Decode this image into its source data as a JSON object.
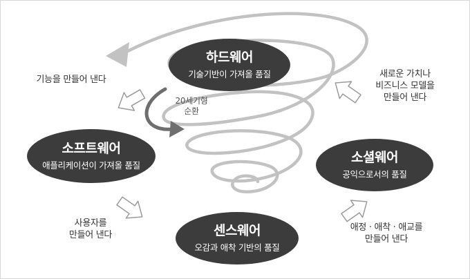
{
  "nodes": {
    "hardware": {
      "title": "하드웨어",
      "subtitle": "기술기반이 가져올 품질"
    },
    "software": {
      "title": "소프트웨어",
      "subtitle": "애플리케이션이 가져올 품질"
    },
    "senseware": {
      "title": "센스웨어",
      "subtitle": "오감과 애착 기반의 품질"
    },
    "socialware": {
      "title": "소셜웨어",
      "subtitle": "공익으로서의 품질"
    }
  },
  "labels": {
    "hw_to_sw": "기능을 만들어 낸다",
    "sw_to_sense_line1": "사용자를",
    "sw_to_sense_line2": "만들어 낸다",
    "sense_to_social_line1": "애정 · 애착 · 애교를",
    "sense_to_social_line2": "만들어 낸다",
    "social_to_hw_line1": "새로운 가치나",
    "social_to_hw_line2": "비즈니스 모델을",
    "social_to_hw_line3": "만들어 낸다",
    "cycle_line1": "20세기형",
    "cycle_line2": "순환"
  },
  "colors": {
    "node_fill": "#3c3c3c",
    "spiral": "#bdbdbd",
    "arrow_outline": "#9a9a9a",
    "cycle_arrow": "#6e6e6e"
  }
}
